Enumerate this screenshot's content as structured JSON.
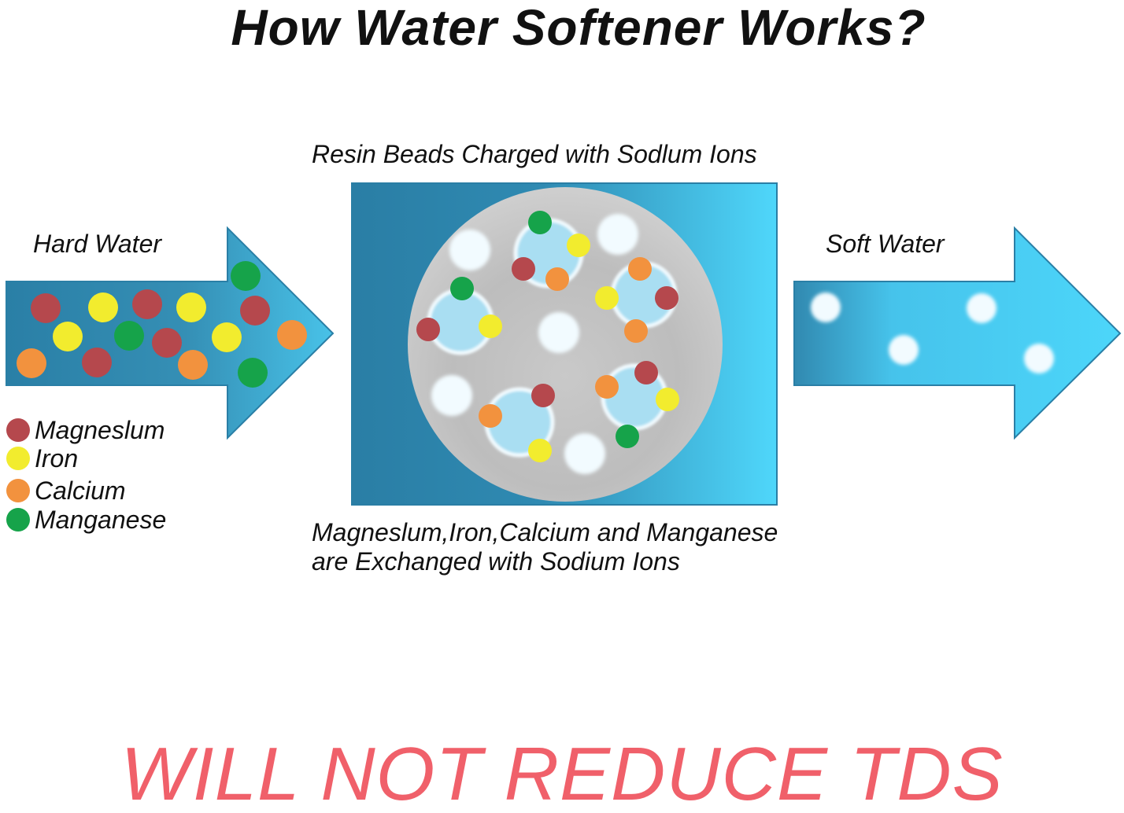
{
  "title": "How Water Softener Works?",
  "labels": {
    "hard_water": "Hard Water",
    "soft_water": "Soft Water",
    "resin_beads": "Resin Beads Charged with Sodlum Ions",
    "exchange_line1": "Magneslum,Iron,Calcium and Manganese",
    "exchange_line2": "are Exchanged with Sodium Ions"
  },
  "legend": [
    {
      "label": "Magneslum",
      "color": "#b5484d"
    },
    {
      "label": "Iron",
      "color": "#f2ec2e"
    },
    {
      "label": "Calcium",
      "color": "#f2923e"
    },
    {
      "label": "Manganese",
      "color": "#16a34a"
    }
  ],
  "warning": "WILL NOT REDUCE TDS",
  "colors": {
    "warning": "#f0606a",
    "arrow_dark": "#2a7fa6",
    "arrow_light": "#45c9ef",
    "sodium_bead": "#f2fbff"
  }
}
